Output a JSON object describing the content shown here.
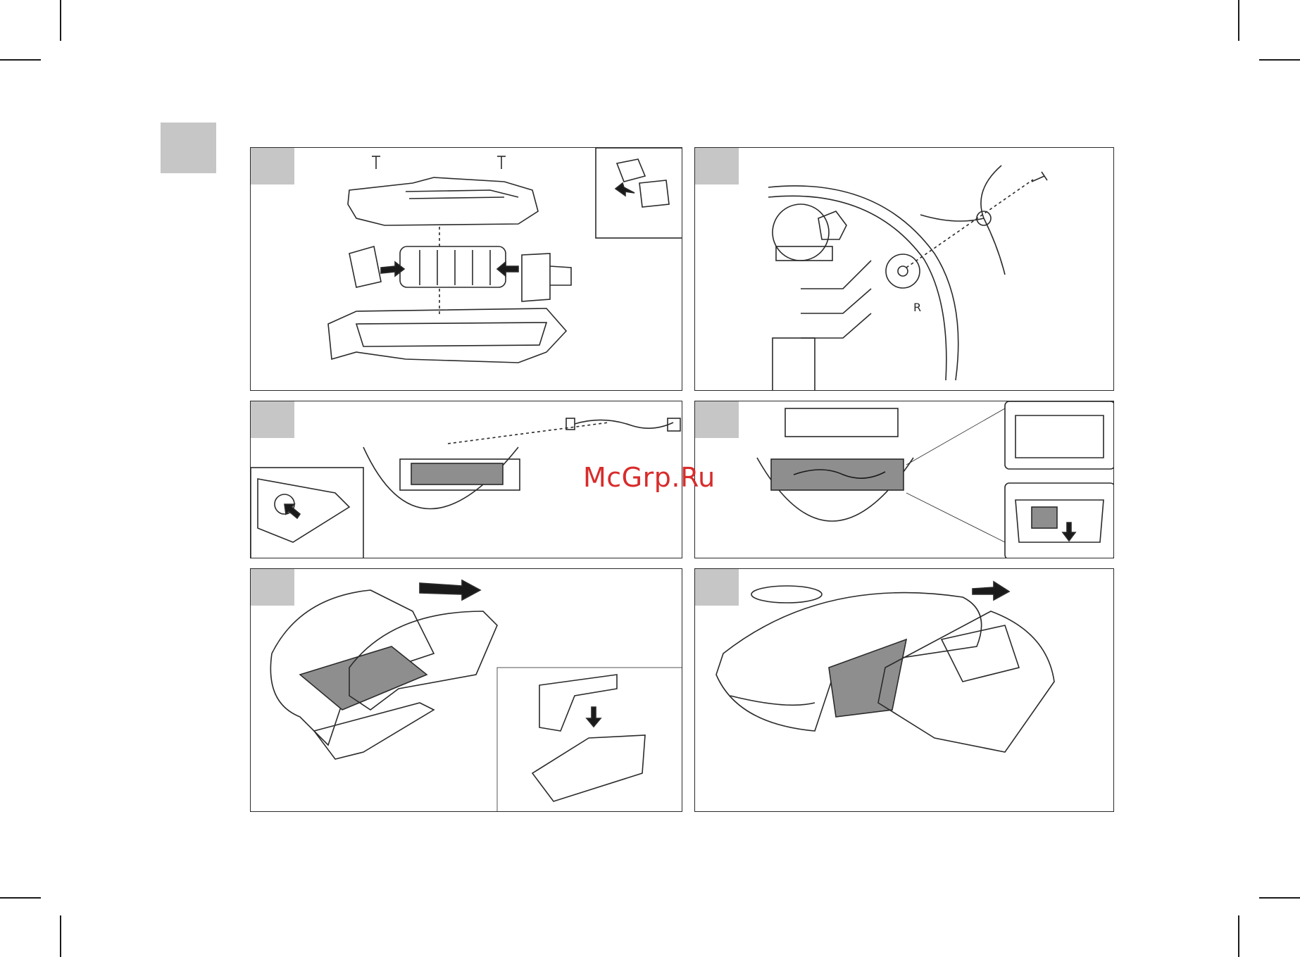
{
  "watermark": {
    "text": "McGrp.Ru",
    "color": "#d92b2b"
  },
  "colors": {
    "step_marker": "#c6c6c6",
    "line": "#2a2a2a",
    "shade": "#8e8e8e"
  },
  "panels": [
    {
      "id": "battery-replacement",
      "icons": [
        "screw-icon",
        "arrow-icon"
      ]
    },
    {
      "id": "side-brush-replacement",
      "icons": [
        "screw-icon",
        "side-brush-icon"
      ],
      "label": "R"
    },
    {
      "id": "main-brush-removal",
      "icons": [
        "arrow-icon",
        "main-brush-icon"
      ]
    },
    {
      "id": "brush-cover-detail",
      "icons": [
        "arrow-icon"
      ]
    },
    {
      "id": "dustbin-filter",
      "icons": [
        "arrow-icon"
      ]
    },
    {
      "id": "dustbin-insertion",
      "icons": [
        "arrow-icon"
      ]
    }
  ]
}
